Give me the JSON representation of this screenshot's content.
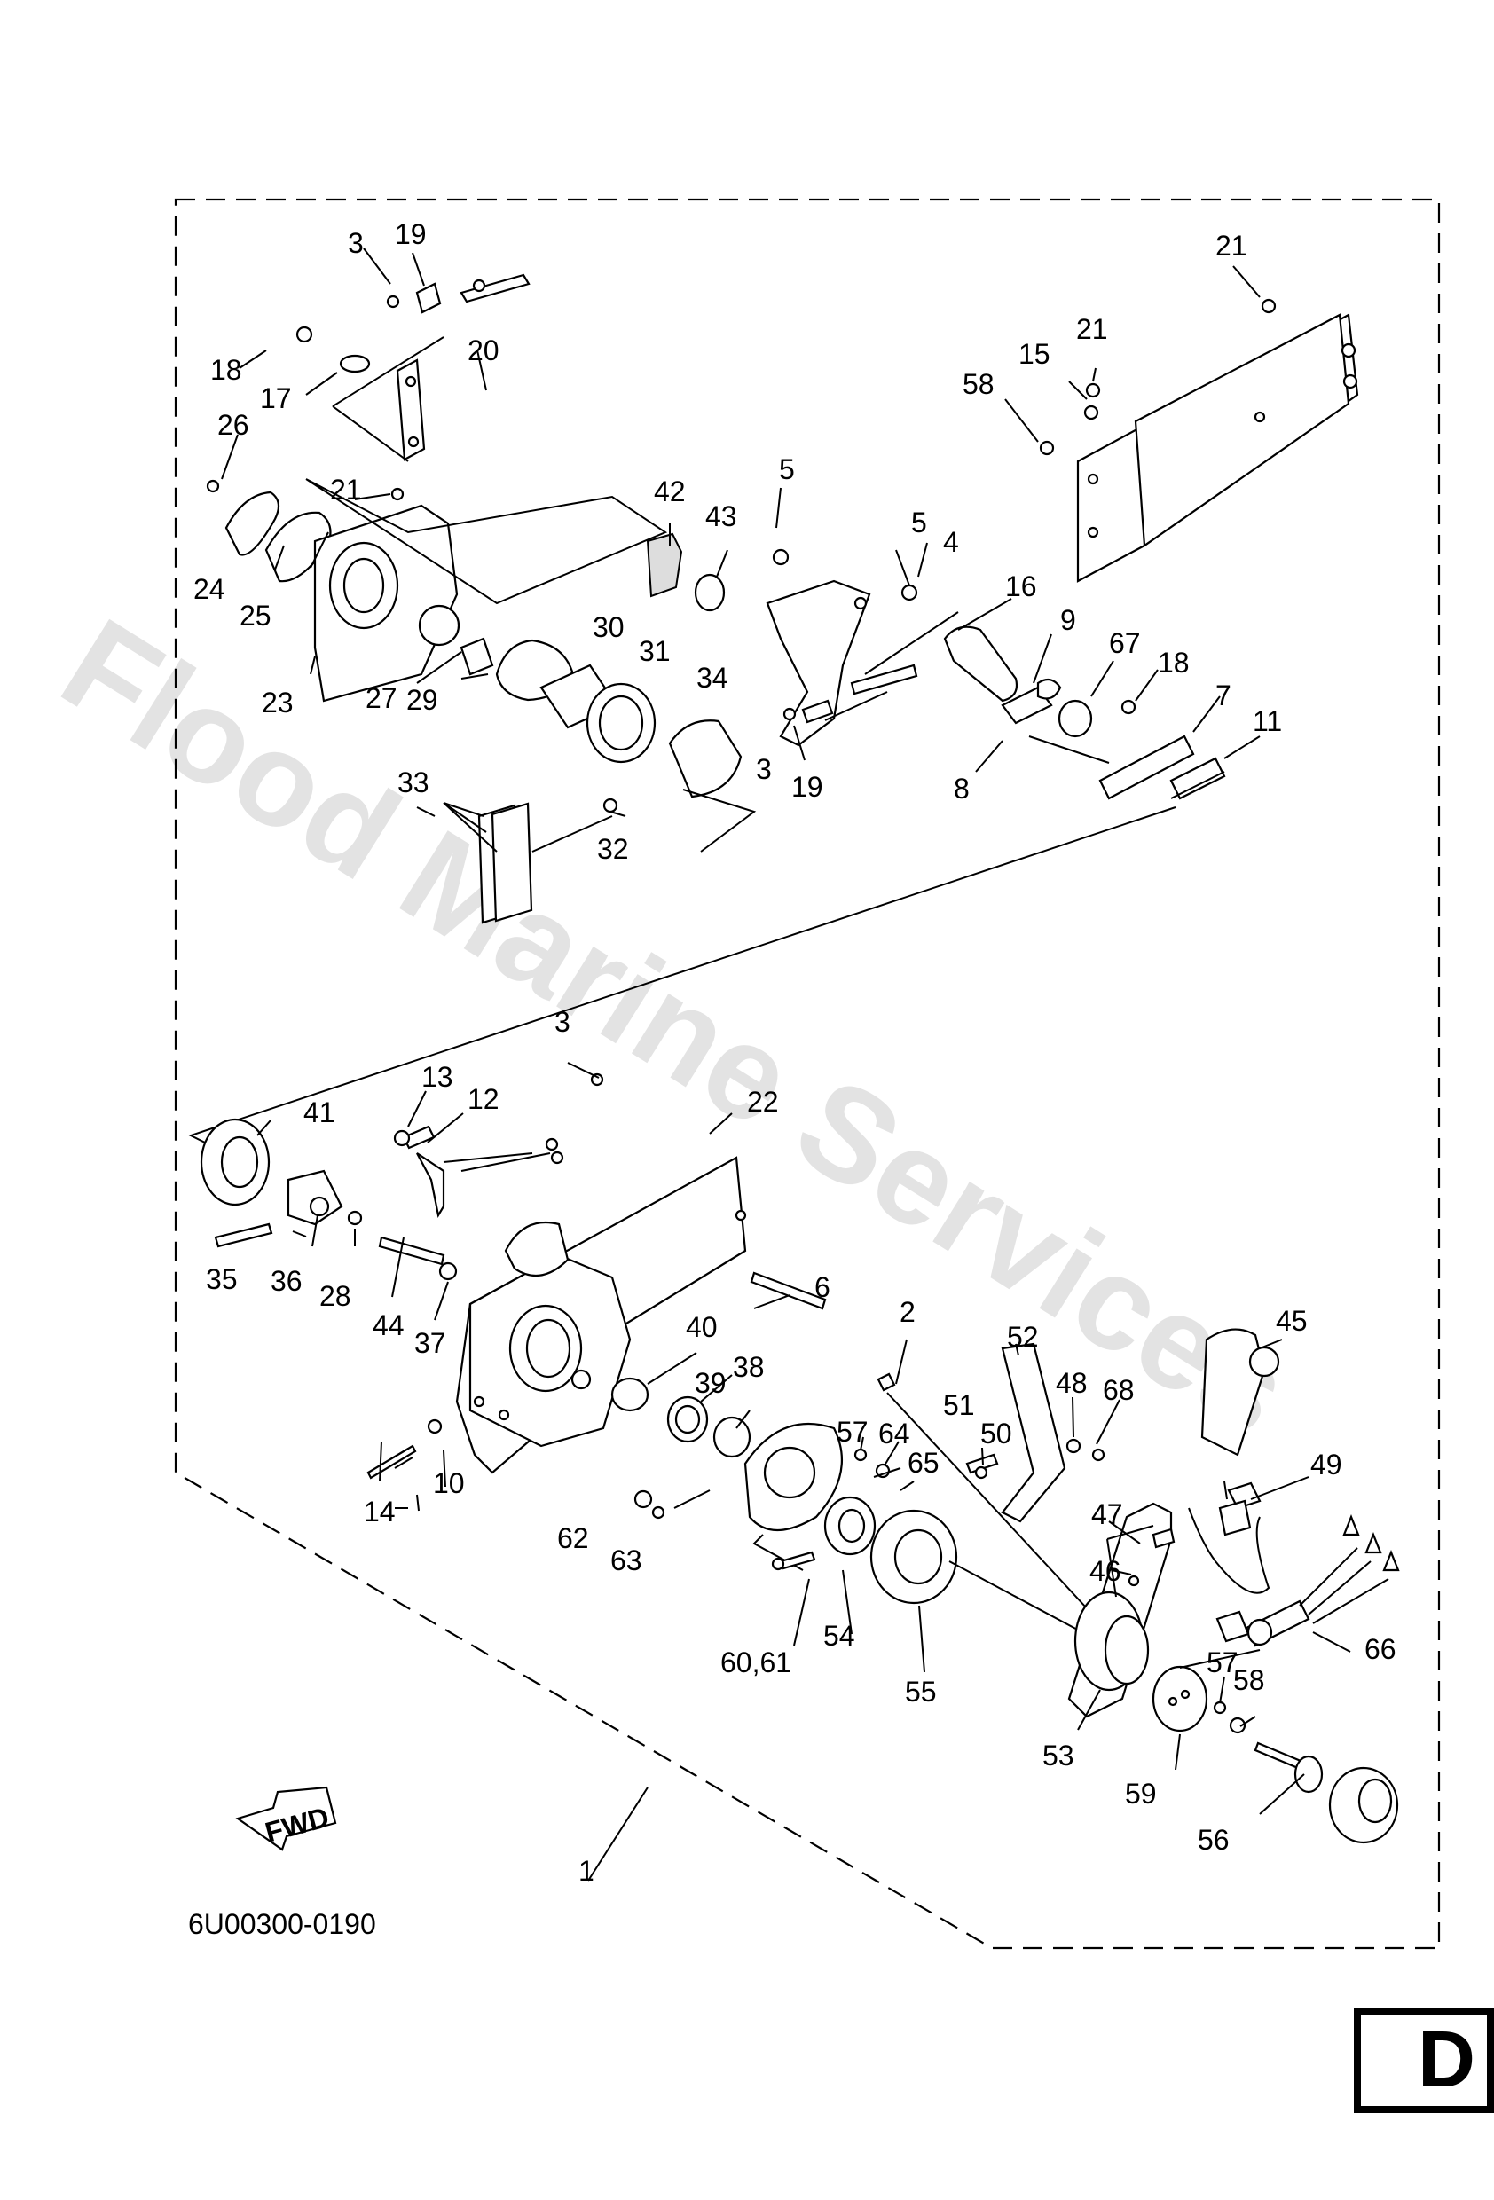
{
  "diagram": {
    "drawing_code": "6U00300-0190",
    "section_letter": "D",
    "fwd_label": "FWD",
    "watermark": "Flood Marine Services",
    "labels": [
      "1",
      "2",
      "3",
      "4",
      "5",
      "6",
      "7",
      "8",
      "9",
      "10",
      "11",
      "12",
      "13",
      "14",
      "15",
      "16",
      "17",
      "18",
      "19",
      "20",
      "21",
      "22",
      "23",
      "24",
      "25",
      "26",
      "27",
      "28",
      "29",
      "30",
      "31",
      "32",
      "33",
      "34",
      "35",
      "36",
      "37",
      "38",
      "39",
      "40",
      "41",
      "42",
      "43",
      "44",
      "45",
      "46",
      "47",
      "48",
      "49",
      "50",
      "51",
      "52",
      "53",
      "54",
      "55",
      "56",
      "57",
      "58",
      "59",
      "60,61",
      "62",
      "63",
      "64",
      "65",
      "66",
      "67",
      "68"
    ]
  }
}
